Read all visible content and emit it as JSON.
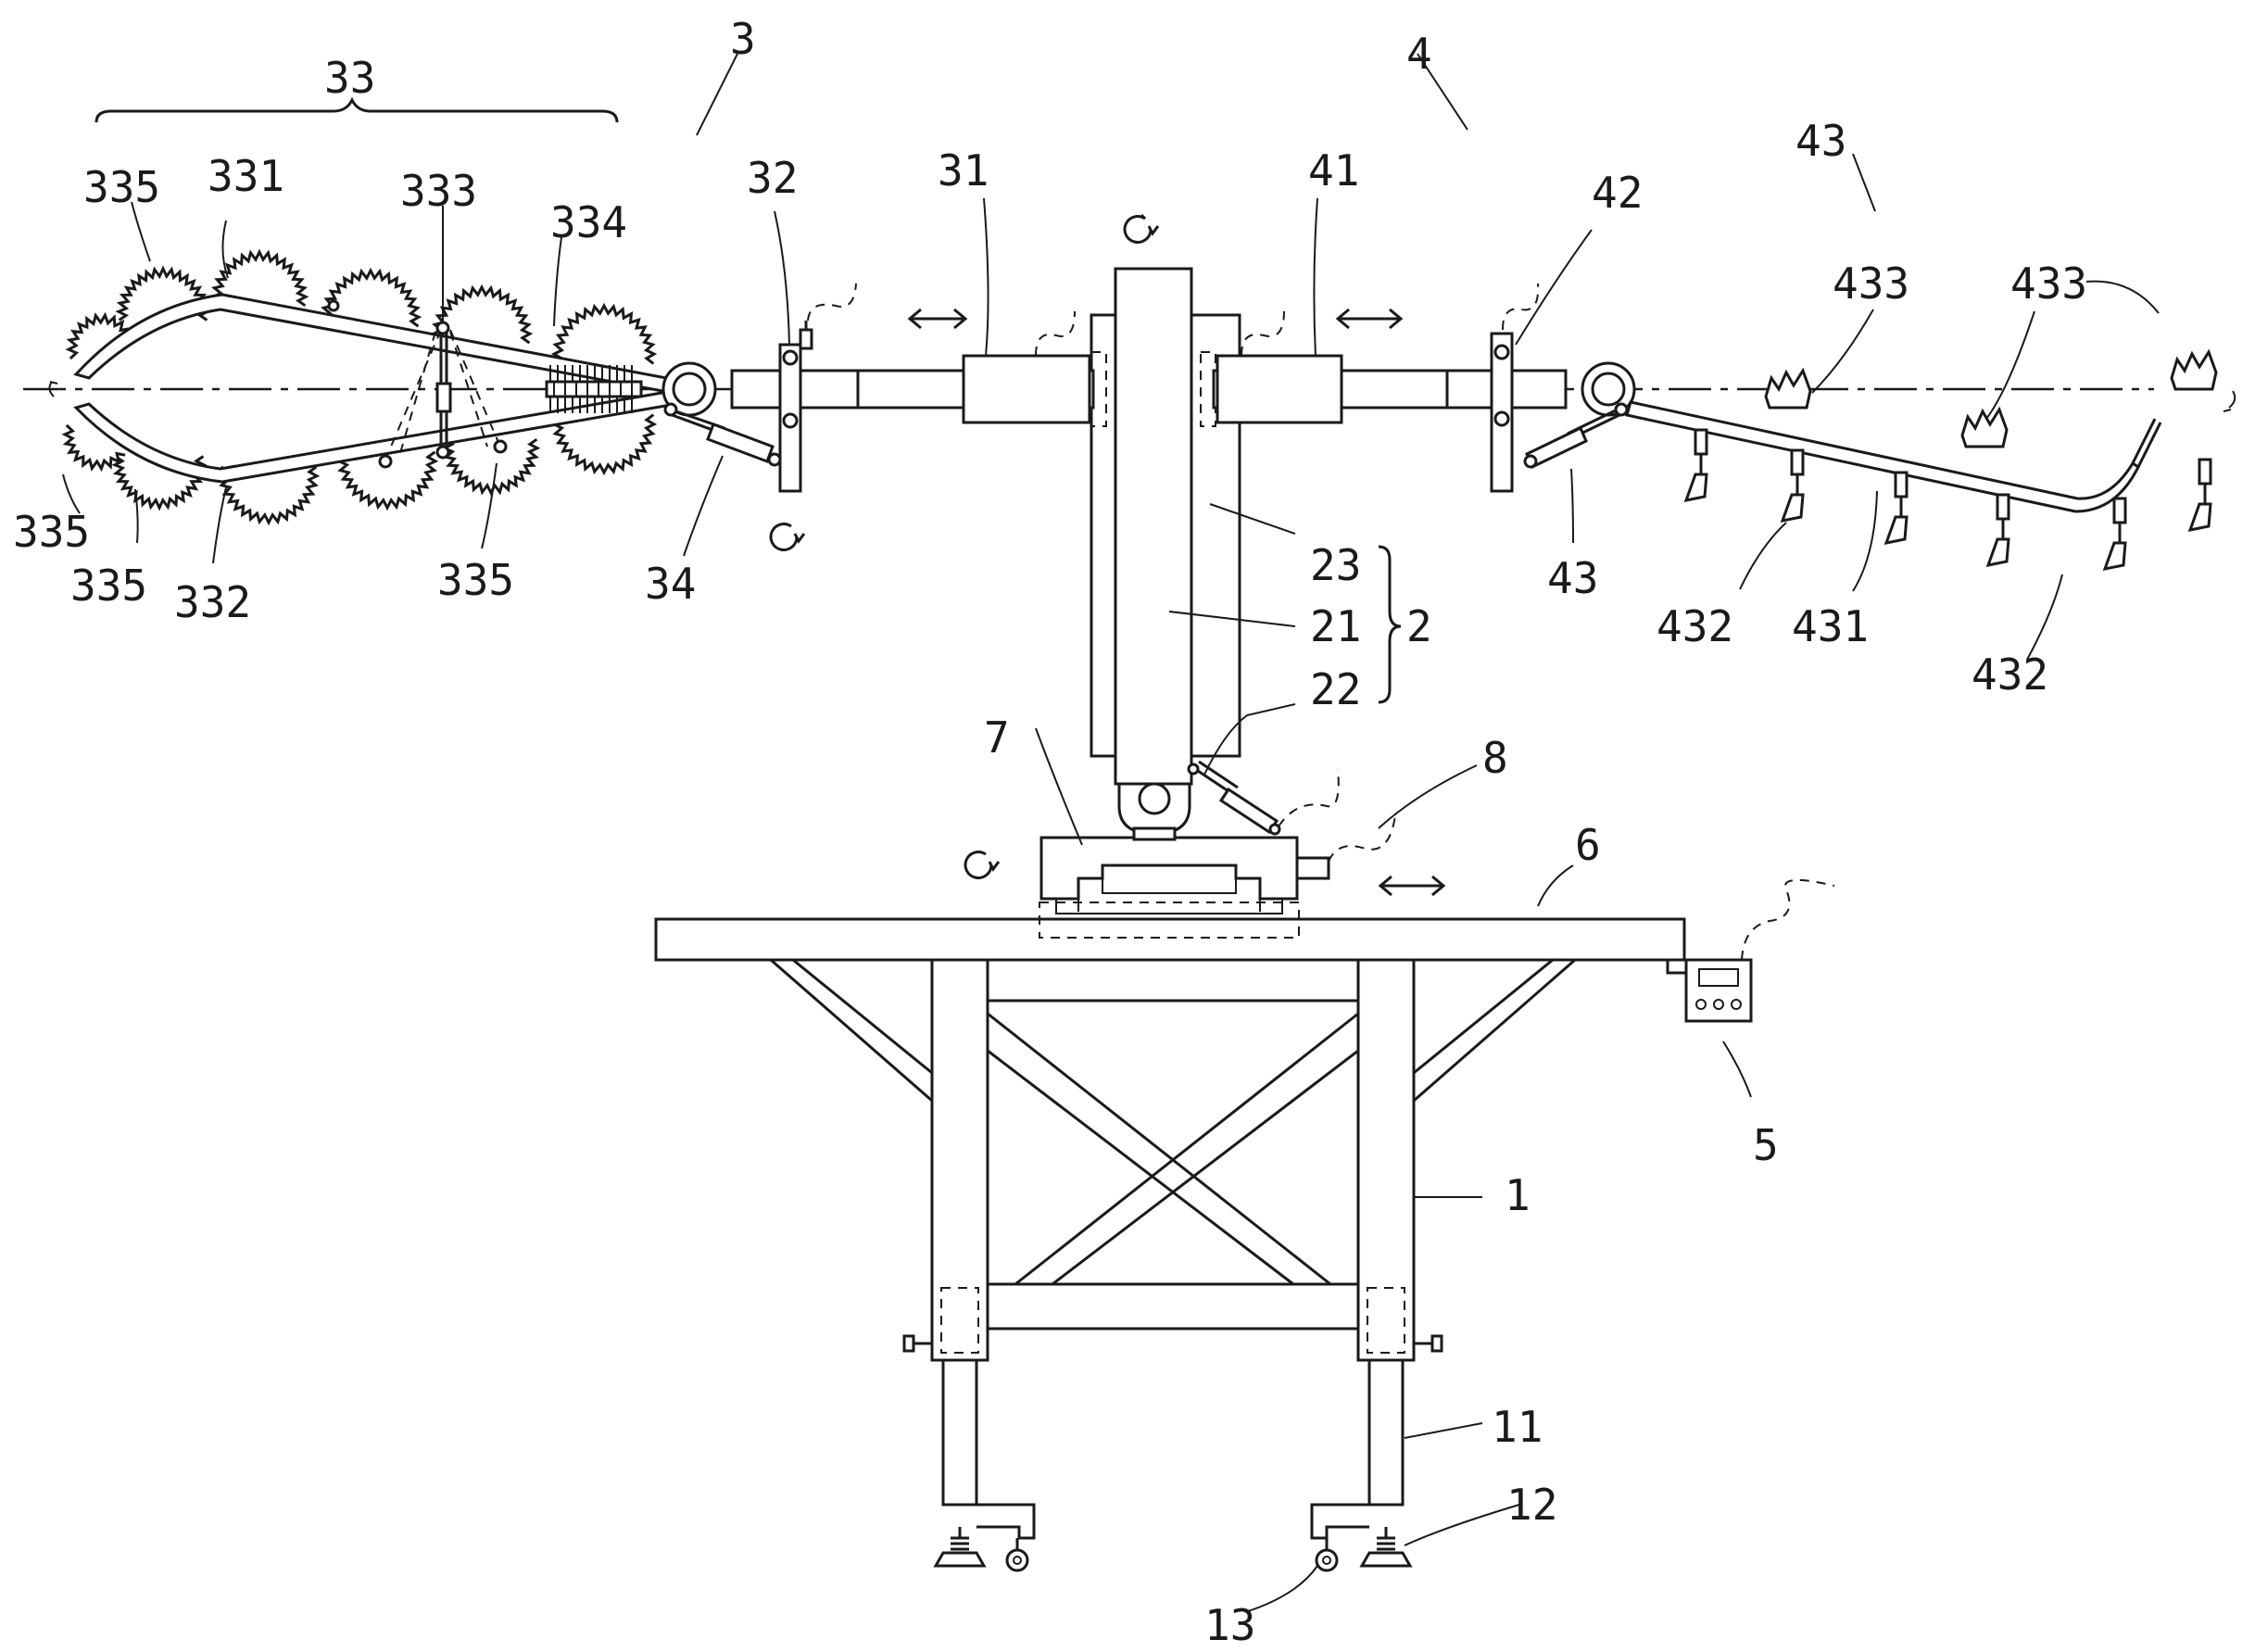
{
  "labels": {
    "l33": "33",
    "l3": "3",
    "l4": "4",
    "l43_top": "43",
    "l335_a": "335",
    "l331": "331",
    "l333": "333",
    "l334": "334",
    "l32": "32",
    "l31": "31",
    "l41": "41",
    "l42": "42",
    "l433_a": "433",
    "l433_b": "433",
    "l335_b": "335",
    "l335_c": "335",
    "l332": "332",
    "l335_d": "335",
    "l34": "34",
    "l43_low": "43",
    "l432_a": "432",
    "l431": "431",
    "l432_b": "432",
    "l23": "23",
    "l21": "21",
    "l22": "22",
    "l2": "2",
    "l7": "7",
    "l8": "8",
    "l6": "6",
    "l5": "5",
    "l1": "1",
    "l11": "11",
    "l12": "12",
    "l13": "13"
  },
  "colors": {
    "ink": "#1a1a1a",
    "paper": "#ffffff"
  },
  "icons": [
    "rotation-arrow-icon",
    "double-arrow-icon",
    "cable-icon",
    "saw-blade-icon",
    "claw-icon",
    "control-box-icon",
    "caster-wheel-icon"
  ]
}
